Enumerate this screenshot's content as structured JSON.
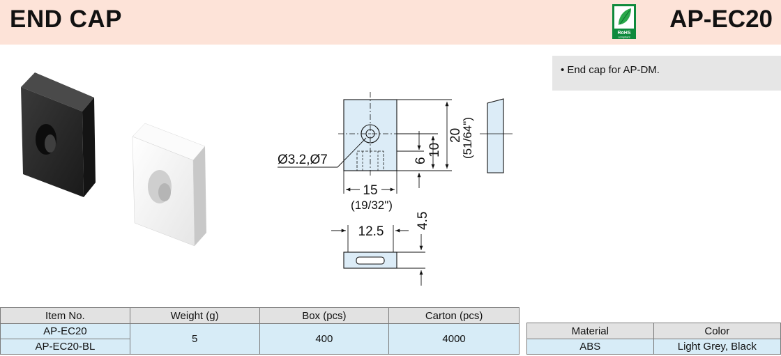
{
  "header": {
    "title": "END CAP",
    "model": "AP-EC20",
    "rohs_text": "RoHS",
    "rohs_sub": "compliant"
  },
  "note": {
    "text": "• End cap for AP-DM."
  },
  "drawing": {
    "hole_label": "Ø3.2,Ø7",
    "width_label": "15",
    "width_inch": "(19/32\")",
    "height_label": "20",
    "height_inch": "(51/64\")",
    "dim_10": "10",
    "dim_6": "6",
    "bottom_width": "12.5",
    "bottom_depth": "4.5"
  },
  "spec_table": {
    "headers": [
      "Item No.",
      "Weight (g)",
      "Box (pcs)",
      "Carton (pcs)"
    ],
    "items": [
      "AP-EC20",
      "AP-EC20-BL"
    ],
    "weight": "5",
    "box": "400",
    "carton": "4000"
  },
  "material_table": {
    "headers": [
      "Material",
      "Color"
    ],
    "material": "ABS",
    "color": "Light Grey, Black"
  },
  "colors": {
    "header_bg": "#fde3d8",
    "table_header": "#e2e2e2",
    "table_cell": "#d7ecf7",
    "part_fill": "#dcecf7"
  }
}
